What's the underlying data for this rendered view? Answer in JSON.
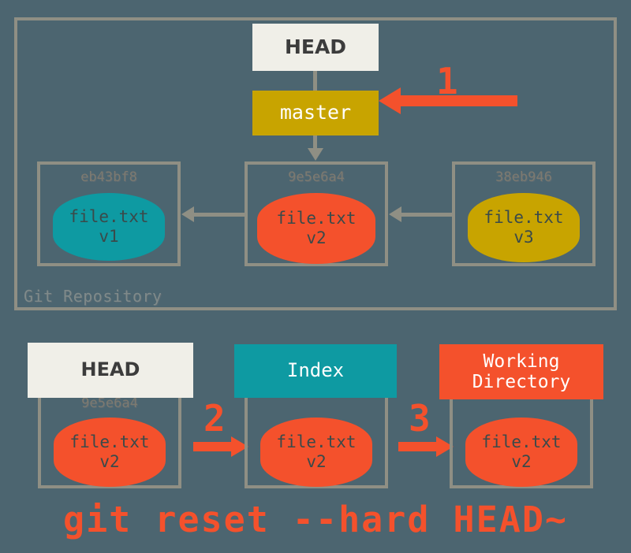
{
  "diagram": {
    "background_color": "#4c6570",
    "accent_red": "#f4512c",
    "gold": "#c8a400",
    "teal": "#0e9aa2",
    "cream": "#f0efe8",
    "gray_border": "#8f8f84",
    "command": "git reset --hard HEAD~"
  },
  "repository": {
    "label": "Git Repository",
    "head_label": "HEAD",
    "branch_label": "master",
    "commits": [
      {
        "hash": "eb43bf8",
        "file": "file.txt",
        "version": "v1",
        "color": "teal"
      },
      {
        "hash": "9e5e6a4",
        "file": "file.txt",
        "version": "v2",
        "color": "red"
      },
      {
        "hash": "38eb946",
        "file": "file.txt",
        "version": "v3",
        "color": "gold"
      }
    ]
  },
  "steps": [
    {
      "number": "1",
      "description": "move-branch-pointer"
    },
    {
      "number": "2",
      "description": "update-index"
    },
    {
      "number": "3",
      "description": "update-working-directory"
    }
  ],
  "areas": [
    {
      "title": "HEAD",
      "style": "head",
      "hash": "9e5e6a4",
      "file": "file.txt",
      "version": "v2"
    },
    {
      "title": "Index",
      "style": "index",
      "hash": "",
      "file": "file.txt",
      "version": "v2"
    },
    {
      "title_line1": "Working",
      "title_line2": "Directory",
      "style": "workdir",
      "hash": "",
      "file": "file.txt",
      "version": "v2"
    }
  ]
}
